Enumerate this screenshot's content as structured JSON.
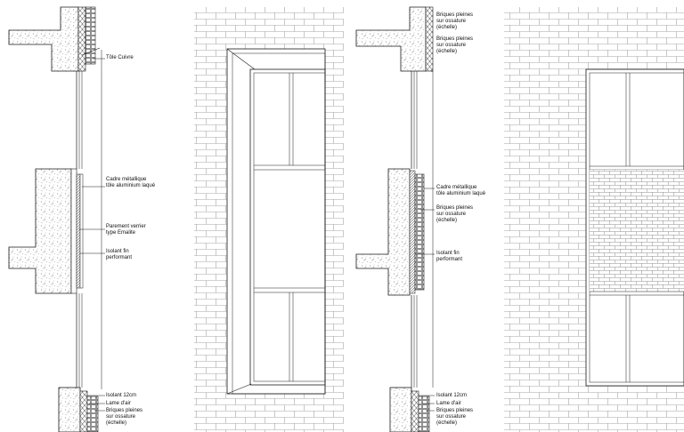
{
  "left_section": {
    "labels": [
      "Tôle Cuivre",
      "Cadre métallique\ntôle aluminium laqué",
      "Parement verrier\ntype Emalite",
      "Isolant fin\nperformant",
      "Isolant 12cm",
      "Lame d'air",
      "Briques pleines\nsur ossature\n(échelle)"
    ]
  },
  "right_section": {
    "labels": [
      "Briques pleines\nsur ossature\n(échelle)",
      "Briques pleines\nsur ossature\n(échelle)",
      "Cadre métallique\ntôle aluminium laqué",
      "Briques pleines\nsur ossature\n(échelle)",
      "Isolant fin\nperformant",
      "Isolant 12cm",
      "Lame d'air",
      "Briques pleines\nsur ossature\n(échelle)"
    ]
  },
  "colors": {
    "line": "#1a1a1a",
    "brick_line": "#9a9a9a",
    "concrete_dot": "#555555"
  }
}
